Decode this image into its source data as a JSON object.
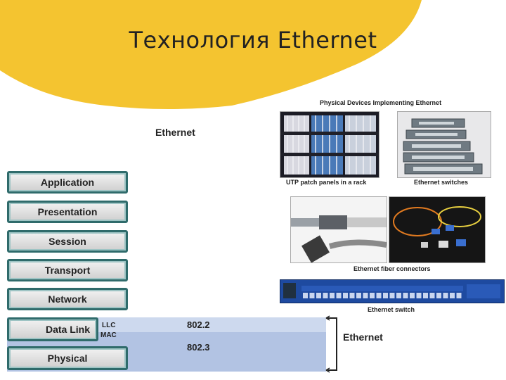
{
  "title": "Технология Ethernet",
  "left_heading": "Ethernet",
  "osi_layers": [
    "Application",
    "Presentation",
    "Session",
    "Transport",
    "Network",
    "Data Link",
    "Physical"
  ],
  "sublayers": {
    "llc": "LLC",
    "mac": "MAC"
  },
  "standards": {
    "s8022": "802.2",
    "s8023": "802.3"
  },
  "bracket_label": "Ethernet",
  "devices": {
    "heading": "Physical Devices Implementing Ethernet",
    "patch_caption": "UTP patch panels in a rack",
    "switches_caption": "Ethernet switches",
    "fiber_caption": "Ethernet fiber connectors",
    "switch_caption": "Ethernet switch"
  },
  "colors": {
    "accent_yellow": "#f4c430",
    "band_light": "#cdd9ee",
    "band_dark": "#b2c3e3",
    "layer_border": "#2f6b6b"
  }
}
